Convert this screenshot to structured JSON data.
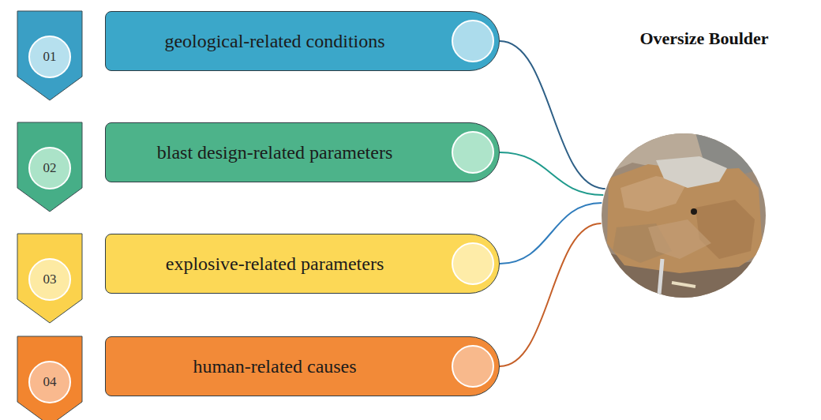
{
  "diagram": {
    "nodes": [
      {
        "text": [
          "01"
        ]
      },
      {
        "text": [
          "geological-related conditions"
        ]
      },
      {
        "text": [
          "02"
        ]
      },
      {
        "text": [
          "blast design-related parameters"
        ]
      },
      {
        "text": [
          "03"
        ]
      },
      {
        "text": [
          "explosive-related parameters"
        ]
      },
      {
        "text": [
          "04"
        ]
      },
      {
        "text": [
          "human-related causes"
        ]
      },
      {
        "text": [
          "Oversize Boulder"
        ]
      }
    ],
    "edges": [
      {
        "from": 1,
        "to": 8,
        "arrow": "none"
      },
      {
        "from": 3,
        "to": 8,
        "arrow": "none"
      },
      {
        "from": 5,
        "to": 8,
        "arrow": "none"
      },
      {
        "from": 7,
        "to": 8,
        "arrow": "none"
      }
    ]
  }
}
